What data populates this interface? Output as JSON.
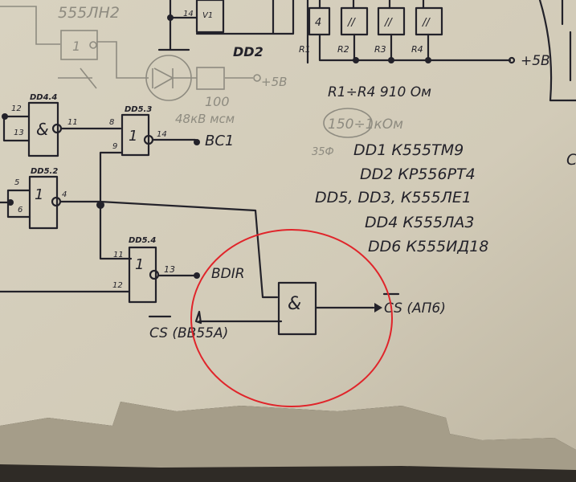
{
  "top_labels": {
    "chip_555ln2": "555ЛН2",
    "dd2": "DD2",
    "pin14": "14",
    "pin_v1": "V1",
    "inverter": "1",
    "led_resistor": "100",
    "led_note": "48кВ мсм",
    "plus5_led": "+5В"
  },
  "gates": {
    "dd4_4": {
      "name": "DD4.4",
      "symbol": "&",
      "pins": [
        "12",
        "13",
        "11"
      ]
    },
    "dd5_3": {
      "name": "DD5.3",
      "symbol": "1",
      "pins": [
        "8",
        "9",
        "14"
      ]
    },
    "dd5_2": {
      "name": "DD5.2",
      "symbol": "1",
      "pins": [
        "5",
        "6",
        "4"
      ]
    },
    "dd5_4": {
      "name": "DD5.4",
      "symbol": "1",
      "pins": [
        "11",
        "12",
        "13"
      ]
    },
    "and_new": {
      "symbol": "&"
    }
  },
  "signals": {
    "bc1": "BC1",
    "bdir": "BDIR",
    "cs_in": "CS (ВВ55А)",
    "cs_out": "CS (АП6)"
  },
  "resistors": {
    "labels": [
      "R1",
      "R2",
      "R3",
      "R4"
    ],
    "value_marks": [
      "4",
      "//",
      "//",
      "//"
    ],
    "plus5": "+5В"
  },
  "notes": [
    "R1÷R4 910 Ом",
    "150÷1кОм",
    "DD1   К555ТМ9",
    "DD2   КР556РТ4",
    "DD5, DD3,  К555ЛЕ1",
    "DD4   К555ЛА3",
    "DD6   К555ИД18"
  ],
  "pencil_note": "35Ф",
  "highlight_color": "#e0242a"
}
